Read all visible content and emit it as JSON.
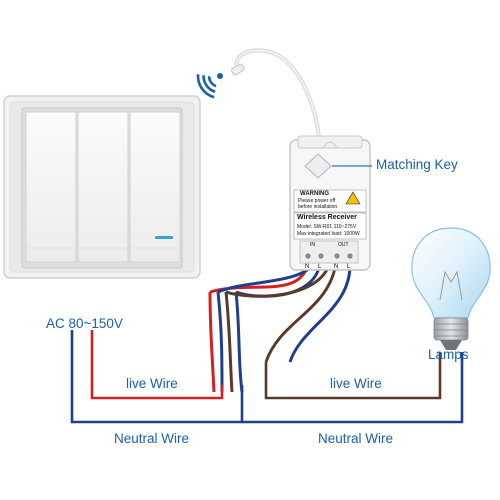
{
  "labels": {
    "matching_key": "Matching Key",
    "ac_input": "AC 80~150V",
    "live_wire_left": "live Wire",
    "live_wire_right": "live Wire",
    "neutral_wire_left": "Neutral Wire",
    "neutral_wire_right": "Neutral Wire",
    "lamps": "Lamps"
  },
  "receiver": {
    "warning_title": "WARNING",
    "warning_line1": "Please power off",
    "warning_line2": "before installation",
    "model_title": "Wireless Receiver",
    "model_line": "Model: SW-R01  110~275V",
    "load_line": "Max integrated load: 1000W",
    "terminal_in": "IN",
    "terminal_out": "OUT",
    "terminal_labels": [
      "N",
      "L",
      "N",
      "L"
    ]
  },
  "colors": {
    "label_blue": "#1b5fa8",
    "live_wire": "#d42020",
    "neutral_wire": "#1f3f8c",
    "brown_wire": "#5a3a2a"
  },
  "icons": [
    "wireless-signal-icon",
    "light-bulb-icon",
    "triple-wall-switch"
  ]
}
